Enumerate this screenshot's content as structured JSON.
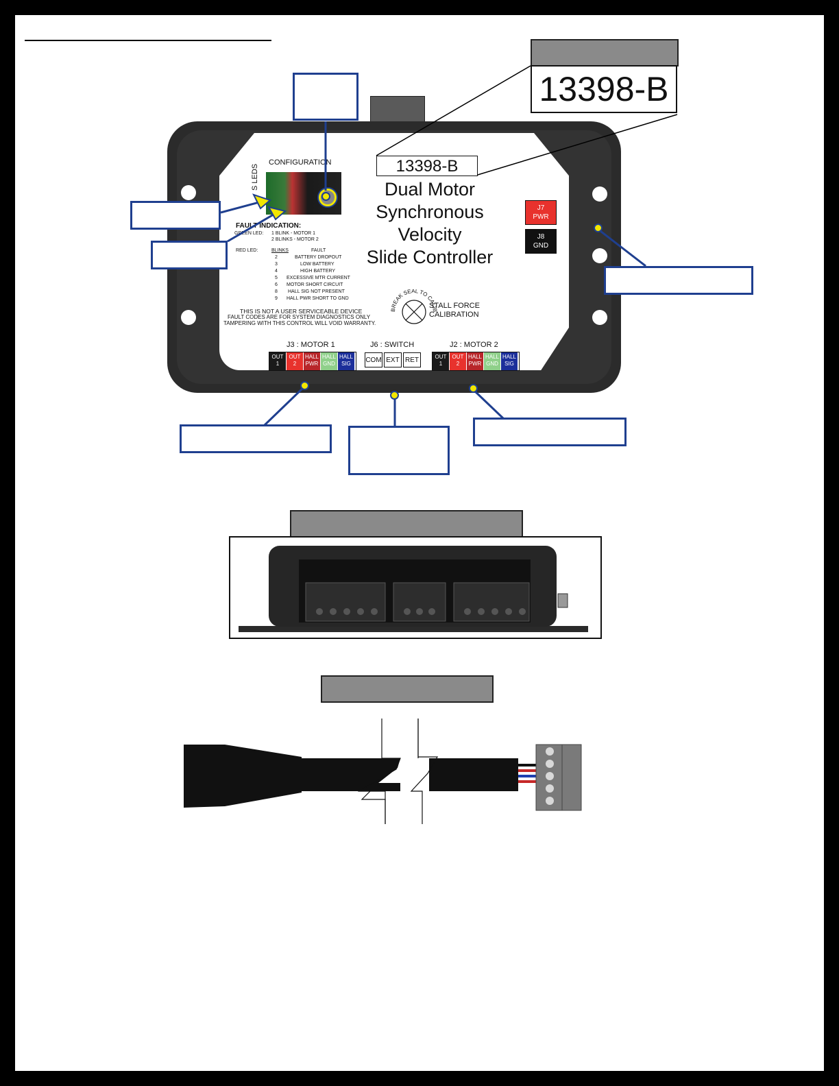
{
  "part_number": {
    "callout_label": "13398-B",
    "device_label": "13398-B"
  },
  "device": {
    "title_lines": [
      "Dual Motor",
      "Synchronous",
      "Velocity",
      "Slide Controller"
    ],
    "configuration_label": "CONFIGURATION",
    "status_leds_label": "S LEDS",
    "fault_indication": {
      "heading": "FAULT INDICATION:",
      "green_led_label": "GREEN LED:",
      "green_led_lines": [
        "1 BLINK  -  MOTOR 1",
        "2 BLINKS  -  MOTOR 2"
      ],
      "red_led_label": "RED LED:",
      "col_blinks": "BLINKS",
      "col_fault": "FAULT",
      "rows": [
        {
          "blinks": "2",
          "fault": "BATTERY DROPOUT"
        },
        {
          "blinks": "3",
          "fault": "LOW BATTERY"
        },
        {
          "blinks": "4",
          "fault": "HIGH BATTERY"
        },
        {
          "blinks": "5",
          "fault": "EXCESSIVE MTR CURRENT"
        },
        {
          "blinks": "6",
          "fault": "MOTOR SHORT CIRCUIT"
        },
        {
          "blinks": "8",
          "fault": "HALL SIG NOT PRESENT"
        },
        {
          "blinks": "9",
          "fault": "HALL PWR SHORT TO GND"
        }
      ]
    },
    "warning_lines": [
      "THIS IS NOT A USER SERVICEABLE DEVICE",
      "FAULT CODES ARE FOR SYSTEM DIAGNOSTICS ONLY",
      "TAMPERING WITH THIS CONTROL WILL VOID WARRANTY."
    ],
    "seal_text": "BREAK SEAL TO CALIBRATE",
    "stall_force_lines": [
      "STALL FORCE",
      "CALIBRATION"
    ],
    "j7": {
      "line1": "J7",
      "line2": "PWR",
      "color": "#e8322d"
    },
    "j8": {
      "line1": "J8",
      "line2": "GND",
      "color": "#111111"
    },
    "j3": {
      "label": "J3 : MOTOR 1",
      "pins": [
        {
          "l1": "OUT",
          "l2": "1",
          "color": "#1a1a1a"
        },
        {
          "l1": "OUT",
          "l2": "2",
          "color": "#e8322d"
        },
        {
          "l1": "HALL",
          "l2": "PWR",
          "color": "#b8262a"
        },
        {
          "l1": "HALL",
          "l2": "GND",
          "color": "#8fd08a"
        },
        {
          "l1": "HALL",
          "l2": "SIG",
          "color": "#1c2f9a"
        }
      ]
    },
    "j6": {
      "label": "J6 : SWITCH",
      "pins": [
        "COM",
        "EXT",
        "RET"
      ]
    },
    "j2": {
      "label": "J2 : MOTOR 2",
      "pins": [
        {
          "l1": "OUT",
          "l2": "1",
          "color": "#1a1a1a"
        },
        {
          "l1": "OUT",
          "l2": "2",
          "color": "#e8322d"
        },
        {
          "l1": "HALL",
          "l2": "PWR",
          "color": "#b8262a"
        },
        {
          "l1": "HALL",
          "l2": "GND",
          "color": "#8fd08a"
        },
        {
          "l1": "HALL",
          "l2": "SIG",
          "color": "#1c2f9a"
        }
      ]
    }
  },
  "colors": {
    "callout_border": "#1f3f8f",
    "pointer_dot": "#f2e600",
    "heading_bar": "#8a8a8a",
    "housing": "#2b2b2b"
  }
}
